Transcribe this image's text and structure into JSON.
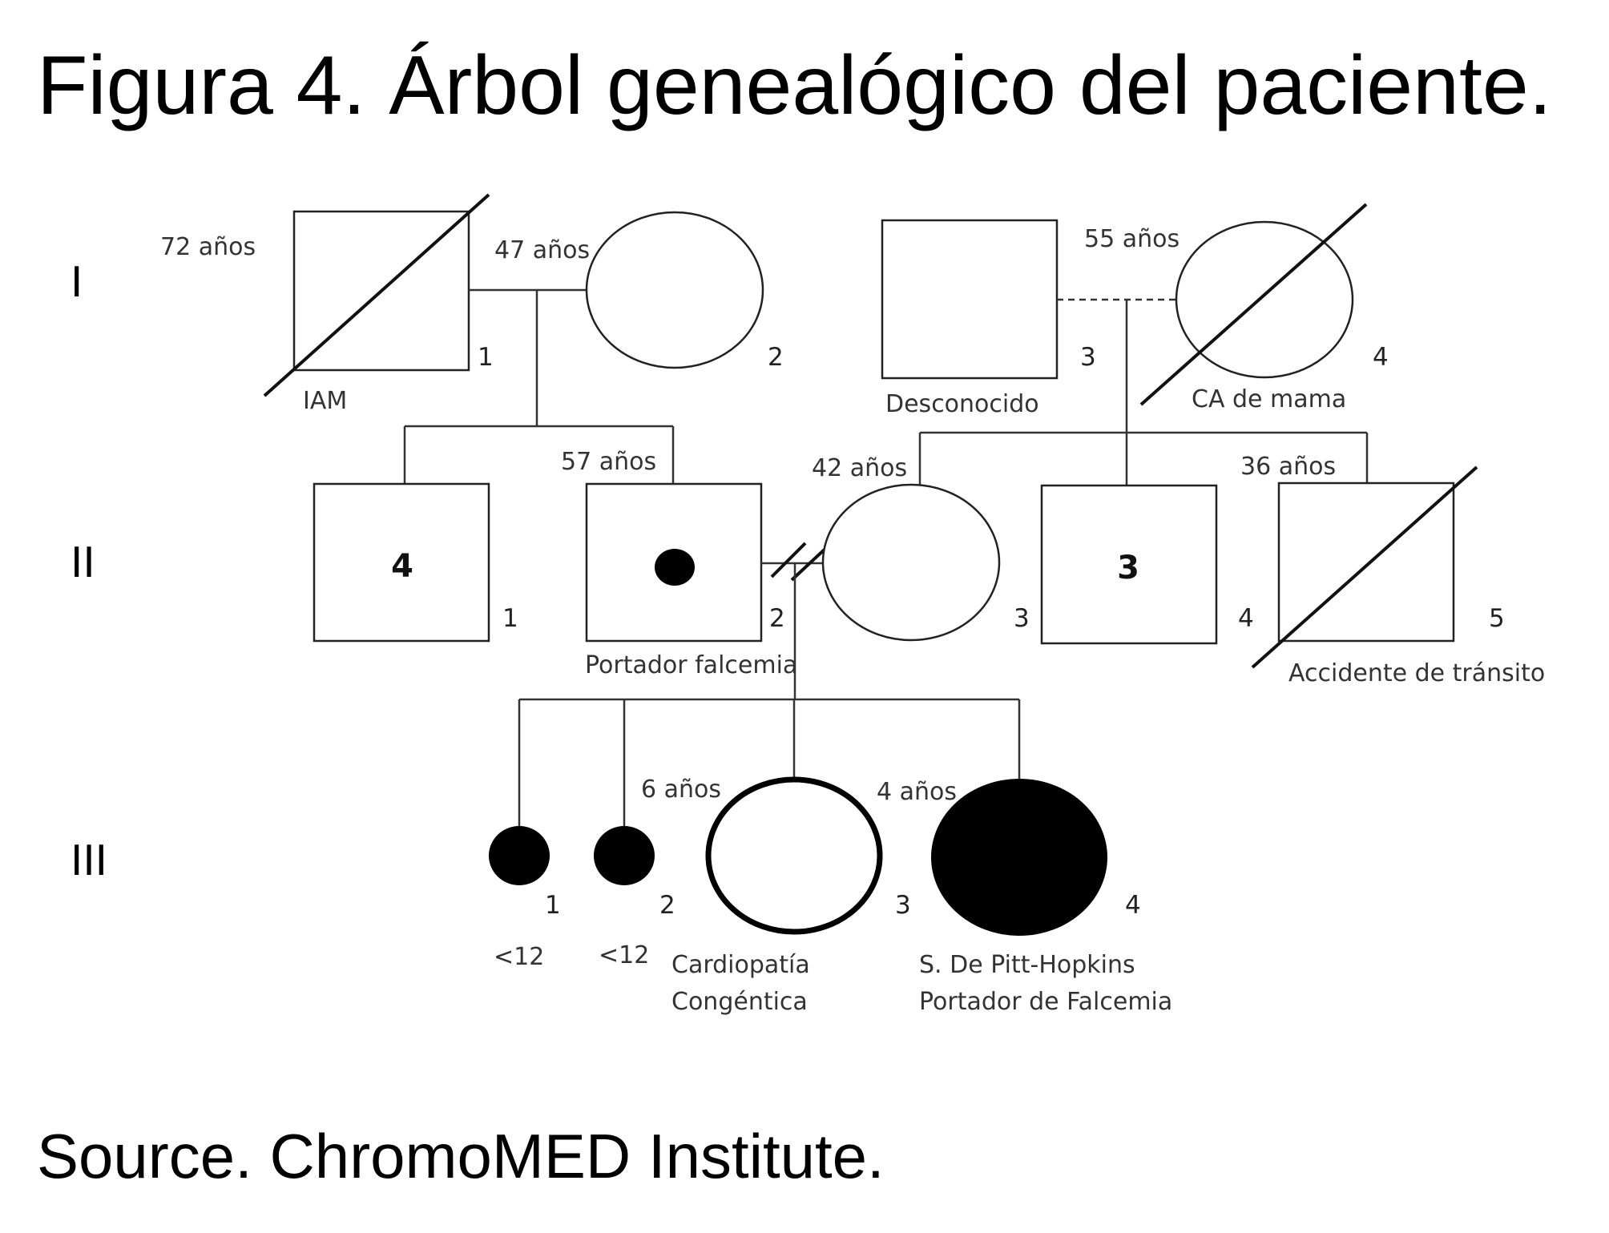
{
  "figure": {
    "title": "Figura 4. Árbol genealógico del paciente.",
    "source": "Source. ChromoMED Institute."
  },
  "colors": {
    "ink": "#000000",
    "line": "#333333",
    "background": "#ffffff"
  },
  "generations": [
    "I",
    "II",
    "III"
  ],
  "individuals": {
    "I1": {
      "generation": "I",
      "number": "1",
      "sex": "male",
      "deceased": true,
      "age": "72 años",
      "note": "IAM"
    },
    "I2": {
      "generation": "I",
      "number": "2",
      "sex": "female",
      "deceased": false,
      "age": "47 años"
    },
    "I3": {
      "generation": "I",
      "number": "3",
      "sex": "male",
      "deceased": false,
      "note": "Desconocido"
    },
    "I4": {
      "generation": "I",
      "number": "4",
      "sex": "female",
      "deceased": true,
      "age": "55 años",
      "note": "CA de mama"
    },
    "II1": {
      "generation": "II",
      "number": "1",
      "sex": "male",
      "count": "4"
    },
    "II2": {
      "generation": "II",
      "number": "2",
      "sex": "male",
      "carrier": true,
      "age": "57 años",
      "note": "Portador falcemia"
    },
    "II3": {
      "generation": "II",
      "number": "3",
      "sex": "female",
      "age": "42 años"
    },
    "II4": {
      "generation": "II",
      "number": "4",
      "sex": "male",
      "count": "3"
    },
    "II5": {
      "generation": "II",
      "number": "5",
      "sex": "male",
      "deceased": true,
      "age": "36 años",
      "note": "Accidente de tránsito"
    },
    "III1": {
      "generation": "III",
      "number": "1",
      "sex": "female",
      "affected": true,
      "age": "<12"
    },
    "III2": {
      "generation": "III",
      "number": "2",
      "sex": "female",
      "affected": true,
      "age": "<12"
    },
    "III3": {
      "generation": "III",
      "number": "3",
      "sex": "female",
      "proband_outline": true,
      "age": "6 años",
      "note_line1": "Cardiopatía",
      "note_line2": "Congéntica"
    },
    "III4": {
      "generation": "III",
      "number": "4",
      "sex": "female",
      "affected": true,
      "age": "4 años",
      "note_line1": "S. De Pitt-Hopkins",
      "note_line2": "Portador de Falcemia"
    }
  },
  "relationships": [
    {
      "partners": [
        "I1",
        "I2"
      ],
      "type": "married"
    },
    {
      "partners": [
        "I3",
        "I4"
      ],
      "type": "non-marital"
    },
    {
      "partners": [
        "II2",
        "II3"
      ],
      "type": "divorced"
    }
  ]
}
